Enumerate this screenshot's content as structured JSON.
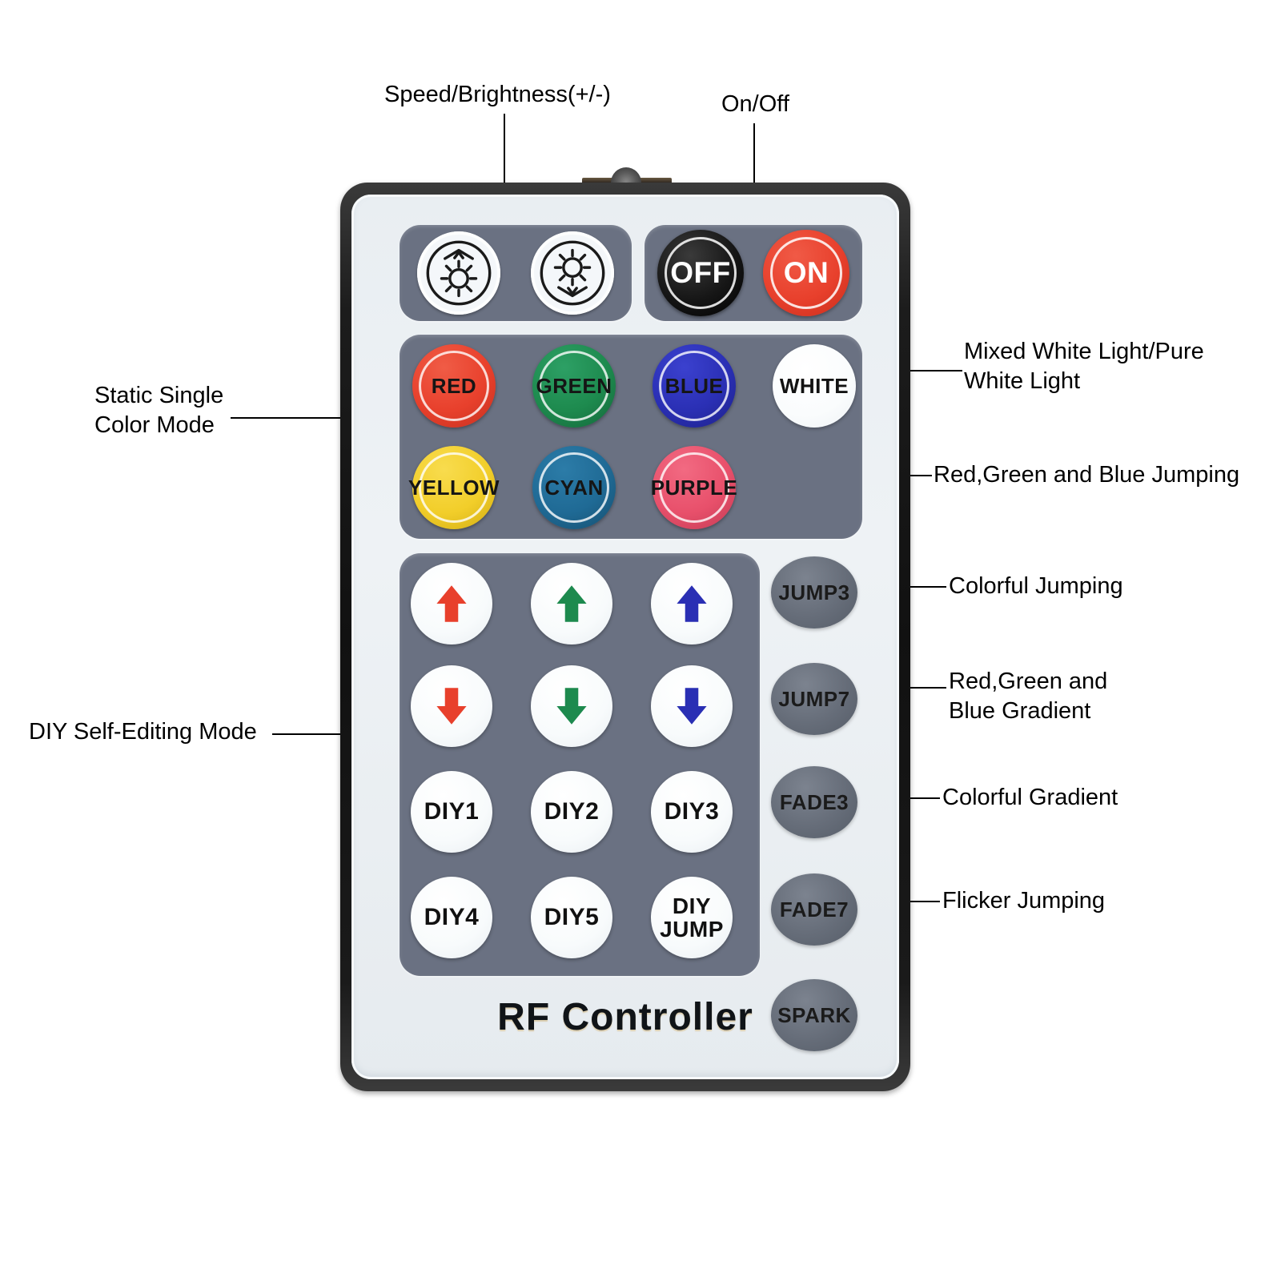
{
  "device": {
    "brand_label": "RF Controller"
  },
  "annotations": {
    "top": [
      {
        "id": "speed-brightness",
        "text": "Speed/Brightness(+/-)"
      },
      {
        "id": "on-off",
        "text": "On/Off"
      }
    ],
    "left": [
      {
        "id": "static-single-color-mode",
        "text": "Static Single\nColor Mode"
      },
      {
        "id": "diy-self-editing-mode",
        "text": "DIY Self-Editing Mode"
      }
    ],
    "right": [
      {
        "id": "white-light",
        "text": "Mixed White Light/Pure\nWhite Light"
      },
      {
        "id": "jump3",
        "text": "Red,Green and Blue Jumping"
      },
      {
        "id": "jump7",
        "text": "Colorful Jumping"
      },
      {
        "id": "fade3",
        "text": "Red,Green and\nBlue Gradient"
      },
      {
        "id": "fade7",
        "text": "Colorful Gradient"
      },
      {
        "id": "spark",
        "text": "Flicker Jumping"
      }
    ]
  },
  "keys": {
    "brightness_up": {
      "label": "",
      "icon": "brightness-up-icon"
    },
    "brightness_down": {
      "label": "",
      "icon": "brightness-down-icon"
    },
    "off": {
      "label": "OFF"
    },
    "on": {
      "label": "ON"
    },
    "colors": [
      {
        "label": "RED",
        "color": "#e8402c"
      },
      {
        "label": "GREEN",
        "color": "#1d8a4e"
      },
      {
        "label": "BLUE",
        "color": "#2a2fb4"
      },
      {
        "label": "YELLOW",
        "color": "#f2ce2a"
      },
      {
        "label": "CYAN",
        "color": "#1f6a95"
      },
      {
        "label": "PURPLE",
        "color": "#e8506b"
      }
    ],
    "white": {
      "label": "WHITE"
    },
    "arrows": [
      {
        "label": "",
        "icon": "arrow-up-red-icon",
        "dir": "up",
        "color": "#e8402c"
      },
      {
        "label": "",
        "icon": "arrow-up-green-icon",
        "dir": "up",
        "color": "#1d8a4e"
      },
      {
        "label": "",
        "icon": "arrow-up-blue-icon",
        "dir": "up",
        "color": "#2a2fb4"
      },
      {
        "label": "",
        "icon": "arrow-down-red-icon",
        "dir": "down",
        "color": "#e8402c"
      },
      {
        "label": "",
        "icon": "arrow-down-green-icon",
        "dir": "down",
        "color": "#1d8a4e"
      },
      {
        "label": "",
        "icon": "arrow-down-blue-icon",
        "dir": "down",
        "color": "#2a2fb4"
      }
    ],
    "diy": [
      {
        "label": "DIY1"
      },
      {
        "label": "DIY2"
      },
      {
        "label": "DIY3"
      },
      {
        "label": "DIY4"
      },
      {
        "label": "DIY5"
      },
      {
        "label": "DIY\nJUMP"
      }
    ],
    "modes": [
      {
        "label": "JUMP3"
      },
      {
        "label": "JUMP7"
      },
      {
        "label": "FADE3"
      },
      {
        "label": "FADE7"
      },
      {
        "label": "SPARK"
      }
    ]
  },
  "colors": {
    "keypad_panel": "#6a7182",
    "mode_key": "#666d79",
    "face": "#e9eef2",
    "shell": "#111111"
  }
}
